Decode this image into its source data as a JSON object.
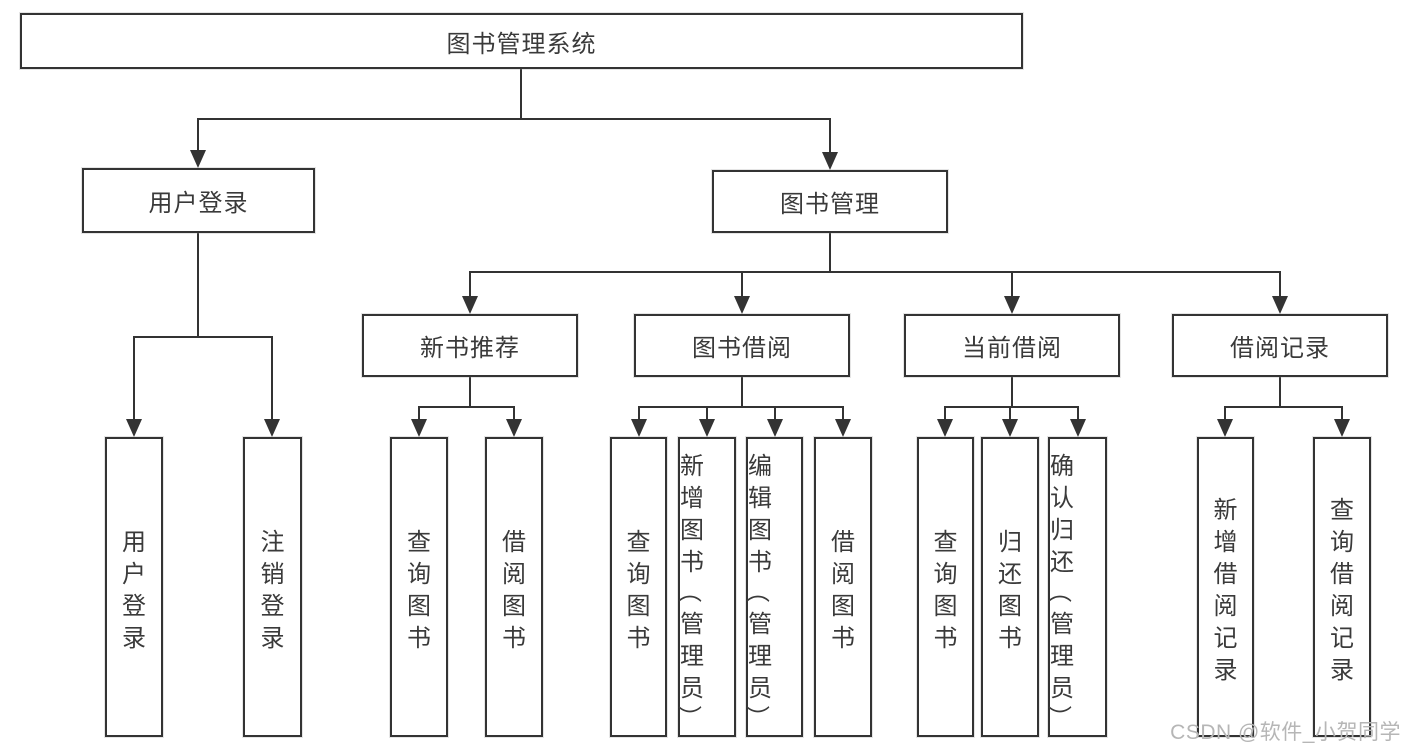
{
  "diagram": {
    "tree": {
      "label": "图书管理系统",
      "children": [
        {
          "label": "用户登录",
          "children": [
            {
              "label": "用户登录"
            },
            {
              "label": "注销登录"
            }
          ]
        },
        {
          "label": "图书管理",
          "children": [
            {
              "label": "新书推荐",
              "children": [
                {
                  "label": "查询图书"
                },
                {
                  "label": "借阅图书"
                }
              ]
            },
            {
              "label": "图书借阅",
              "children": [
                {
                  "label": "查询图书"
                },
                {
                  "label": "新增图书（管理员）"
                },
                {
                  "label": "编辑图书（管理员）"
                },
                {
                  "label": "借阅图书"
                }
              ]
            },
            {
              "label": "当前借阅",
              "children": [
                {
                  "label": "查询图书"
                },
                {
                  "label": "归还图书"
                },
                {
                  "label": "确认归还（管理员）"
                }
              ]
            },
            {
              "label": "借阅记录",
              "children": [
                {
                  "label": "新增借阅记录"
                },
                {
                  "label": "查询借阅记录"
                }
              ]
            }
          ]
        }
      ]
    },
    "colors": {
      "line": "#333333",
      "border": "#333333",
      "text": "#3a3a3a",
      "watermark_color": "#b6b6b6",
      "background": "#ffffff"
    }
  },
  "watermark": {
    "text": "CSDN @软件_小贺同学"
  }
}
